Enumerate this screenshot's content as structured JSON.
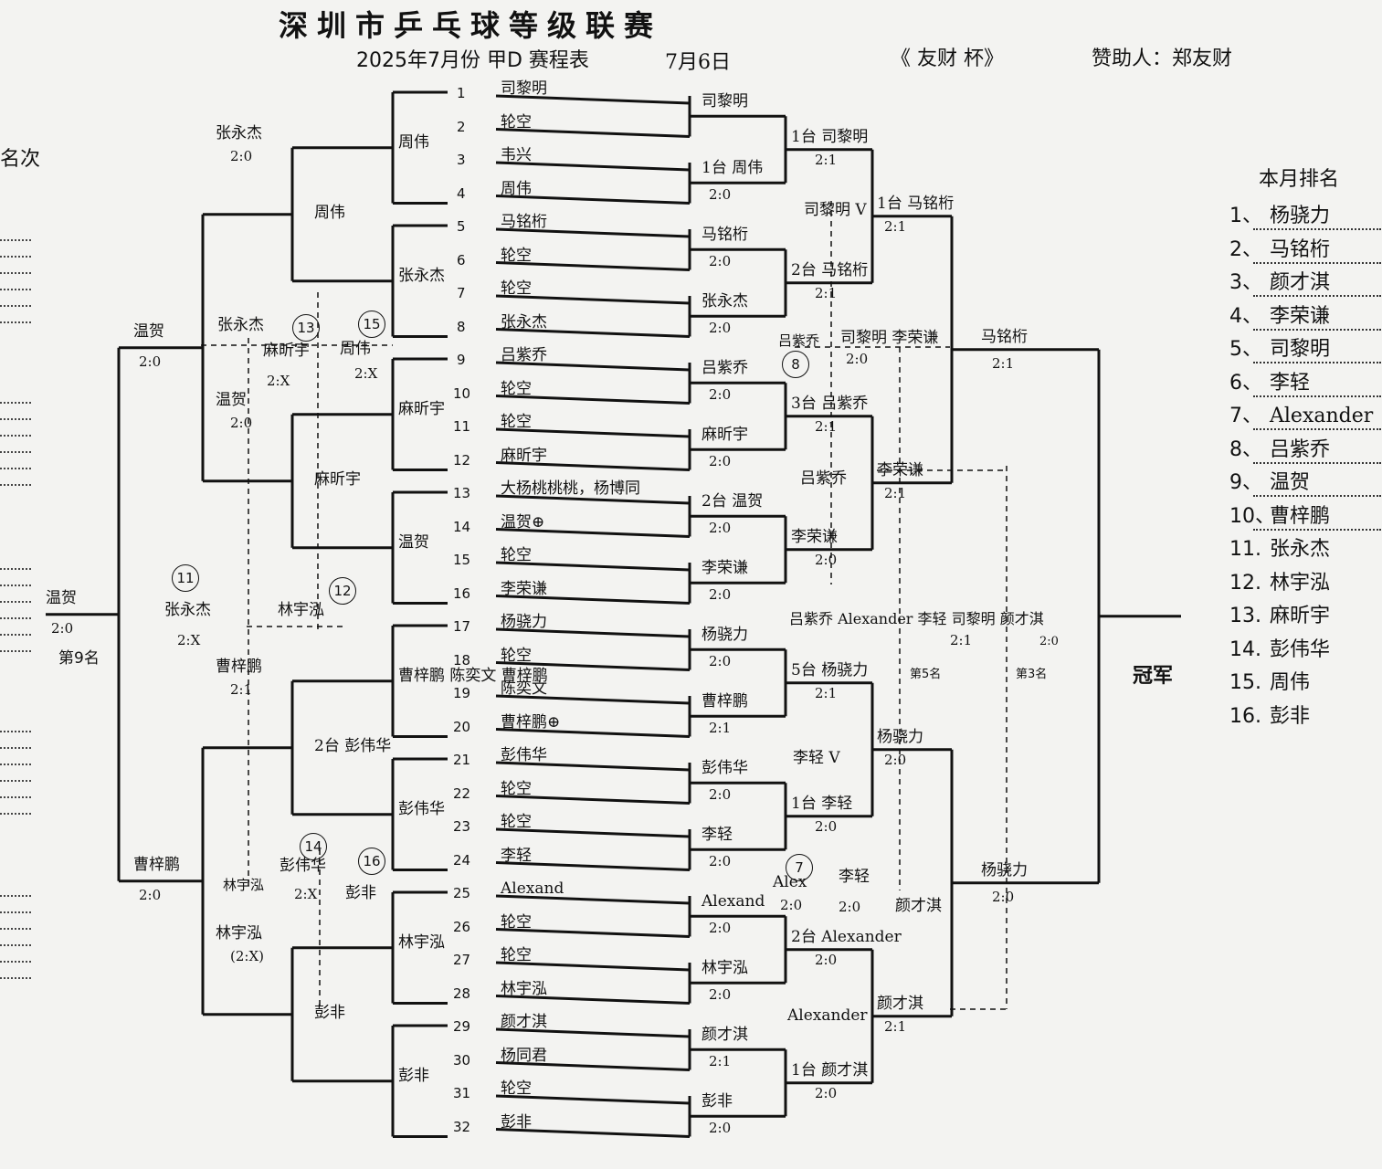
{
  "header": {
    "title": "深圳市乒乓球等级联赛",
    "subtitle": "2025年7月份 甲D 赛程表",
    "date": "7月6日",
    "cup": "《 友财   杯》",
    "sponsor": "赞助人：郑友财",
    "left_edge_label": "名次"
  },
  "slots": [
    "1",
    "2",
    "3",
    "4",
    "5",
    "6",
    "7",
    "8",
    "9",
    "10",
    "11",
    "12",
    "13",
    "14",
    "15",
    "16",
    "17",
    "18",
    "19",
    "20",
    "21",
    "22",
    "23",
    "24",
    "25",
    "26",
    "27",
    "28",
    "29",
    "30",
    "31",
    "32"
  ],
  "entries": [
    {
      "slot": 1,
      "text": "司黎明"
    },
    {
      "slot": 2,
      "text": "轮空"
    },
    {
      "slot": 3,
      "text": "韦兴"
    },
    {
      "slot": 4,
      "text": "周伟"
    },
    {
      "slot": 5,
      "text": "马铭桁"
    },
    {
      "slot": 6,
      "text": "轮空"
    },
    {
      "slot": 7,
      "text": "轮空"
    },
    {
      "slot": 8,
      "text": "张永杰"
    },
    {
      "slot": 9,
      "text": "吕紫乔"
    },
    {
      "slot": 10,
      "text": "轮空"
    },
    {
      "slot": 11,
      "text": "轮空"
    },
    {
      "slot": 12,
      "text": "麻昕宇"
    },
    {
      "slot": 13,
      "text": "大杨桃桃桃，杨博同"
    },
    {
      "slot": 14,
      "text": "温贺⊕"
    },
    {
      "slot": 15,
      "text": "轮空"
    },
    {
      "slot": 16,
      "text": "李荣谦"
    },
    {
      "slot": 17,
      "text": "杨骁力"
    },
    {
      "slot": 18,
      "text": "轮空"
    },
    {
      "slot": 19,
      "text": "陈奕文"
    },
    {
      "slot": 20,
      "text": "曹梓鹏⊕"
    },
    {
      "slot": 21,
      "text": "彭伟华"
    },
    {
      "slot": 22,
      "text": "轮空"
    },
    {
      "slot": 23,
      "text": "轮空"
    },
    {
      "slot": 24,
      "text": "李轻"
    },
    {
      "slot": 25,
      "text": "Alexand"
    },
    {
      "slot": 26,
      "text": "轮空"
    },
    {
      "slot": 27,
      "text": "轮空"
    },
    {
      "slot": 28,
      "text": "林宇泓"
    },
    {
      "slot": 29,
      "text": "颜才淇"
    },
    {
      "slot": 30,
      "text": "杨同君"
    },
    {
      "slot": 31,
      "text": "轮空"
    },
    {
      "slot": 32,
      "text": "彭非"
    }
  ],
  "round1": [
    {
      "text": "司黎明",
      "score": ""
    },
    {
      "text": "1台 周伟",
      "score": "2:0"
    },
    {
      "text": "马铭桁",
      "score": "2:0"
    },
    {
      "text": "张永杰",
      "score": "2:0"
    },
    {
      "text": "吕紫乔",
      "score": "2:0"
    },
    {
      "text": "麻昕宇",
      "score": "2:0"
    },
    {
      "text": "2台 温贺",
      "score": "2:0"
    },
    {
      "text": "李荣谦",
      "score": "2:0"
    },
    {
      "text": "杨骁力",
      "score": "2:0"
    },
    {
      "text": "曹梓鹏",
      "score": "2:1"
    },
    {
      "text": "彭伟华",
      "score": "2:0"
    },
    {
      "text": "李轻",
      "score": "2:0"
    },
    {
      "text": "Alexand",
      "score": "2:0"
    },
    {
      "text": "林宇泓",
      "score": "2:0"
    },
    {
      "text": "颜才淇",
      "score": "2:1"
    },
    {
      "text": "彭非",
      "score": "2:0"
    }
  ],
  "round2": [
    {
      "text": "1台 司黎明",
      "score": "2:1"
    },
    {
      "text": "2台 马铭桁",
      "score": "2:1"
    },
    {
      "text": "3台 吕紫乔",
      "score": "2:1"
    },
    {
      "text": "李荣谦",
      "score": "2:0"
    },
    {
      "text": "5台 杨骁力",
      "score": "2:1"
    },
    {
      "text": "1台 李轻",
      "score": "2:0"
    },
    {
      "text": "2台 Alexander",
      "score": "2:0"
    },
    {
      "text": "1台 颜才淇",
      "score": "2:0"
    }
  ],
  "round3": [
    {
      "text": "1台 马铭桁",
      "score": "2:1"
    },
    {
      "text": "李荣谦",
      "score": "2:1"
    },
    {
      "text": "杨骁力",
      "score": "2:0"
    },
    {
      "text": "颜才淇",
      "score": "2:1"
    }
  ],
  "round4": [
    {
      "text": "马铭桁",
      "score": "2:1"
    },
    {
      "text": "杨骁力",
      "score": "2:0"
    }
  ],
  "champion_label": "冠军",
  "right_side_notes": {
    "sima_vs": "司黎明 V",
    "lv_zi_qiao_8": "吕紫乔",
    "sima_li_score": "司黎明  李荣谦",
    "score_a": "2:0",
    "lv_zi_qiao_b": "吕紫乔",
    "li_jing_v": "李轻 V",
    "alex_7": "Alex",
    "li_jing_b": "李轻",
    "alex_score": "2:0",
    "li_score": "2:0",
    "alex_b": "Alexander",
    "yan_b": "颜才淇",
    "row_5th_3rd": "吕紫乔 Alexander 李轻   司黎明 颜才淇",
    "score_5th": "2:1",
    "score_3rd": "2:0",
    "label_5th": "第5名",
    "label_3rd": "第3名",
    "circ_8": "8",
    "circ_7": "7"
  },
  "left_side": {
    "r1": [
      {
        "text": "周伟",
        "score": ""
      },
      {
        "text": "张永杰",
        "score": ""
      },
      {
        "text": "麻昕宇",
        "score": ""
      },
      {
        "text": "温贺",
        "score": ""
      },
      {
        "text": "曹梓鹏 陈奕文 曹梓鹏",
        "score": ""
      },
      {
        "text": "彭伟华",
        "score": ""
      },
      {
        "text": "林宇泓",
        "score": ""
      },
      {
        "text": "彭非",
        "score": ""
      }
    ],
    "r2": [
      {
        "text": "张永杰",
        "score": "2:0"
      },
      {
        "text": "周伟",
        "score": ""
      },
      {
        "text": "温贺",
        "score": "2:0"
      },
      {
        "text": "麻昕宇",
        "score": ""
      },
      {
        "text": "曹梓鹏",
        "score": "2:1"
      },
      {
        "text": "2台 彭伟华",
        "score": ""
      },
      {
        "text": "林宇泓",
        "score": "(2:X)"
      },
      {
        "text": "彭非",
        "score": ""
      }
    ],
    "r3": [
      {
        "text": "温贺",
        "score": "2:0"
      },
      {
        "text": "曹梓鹏",
        "score": "2:0"
      }
    ],
    "final": {
      "text": "温贺",
      "score": "2:0",
      "label": "第9名"
    },
    "notes": {
      "zhang_13": "张永杰",
      "ma_13": "麻昕宇",
      "zhou_15": "周伟",
      "score_13": "2:X",
      "score_15": "2:X",
      "zhang_11": "张永杰",
      "score_11": "2:X",
      "lin_12": "林宇泓",
      "lin_14": "林宇泓",
      "peng_14": "彭伟华",
      "score_14": "2:X",
      "peng_16": "彭非",
      "c11": "11",
      "c12": "12",
      "c13": "13",
      "c14": "14",
      "c15": "15",
      "c16": "16"
    }
  },
  "ranking": {
    "heading": "本月排名",
    "items": [
      {
        "no": "1、",
        "name": "杨骁力"
      },
      {
        "no": "2、",
        "name": "马铭桁"
      },
      {
        "no": "3、",
        "name": "颜才淇"
      },
      {
        "no": "4、",
        "name": "李荣谦"
      },
      {
        "no": "5、",
        "name": "司黎明"
      },
      {
        "no": "6、",
        "name": "李轻"
      },
      {
        "no": "7、",
        "name": "Alexander"
      },
      {
        "no": "8、",
        "name": "吕紫乔"
      },
      {
        "no": "9、",
        "name": "温贺"
      },
      {
        "no": "10、",
        "name": "曹梓鹏"
      },
      {
        "no": "11.",
        "name": "张永杰"
      },
      {
        "no": "12.",
        "name": "林宇泓"
      },
      {
        "no": "13.",
        "name": "麻昕宇"
      },
      {
        "no": "14.",
        "name": "彭伟华"
      },
      {
        "no": "15.",
        "name": "周伟"
      },
      {
        "no": "16.",
        "name": "彭非"
      }
    ]
  }
}
